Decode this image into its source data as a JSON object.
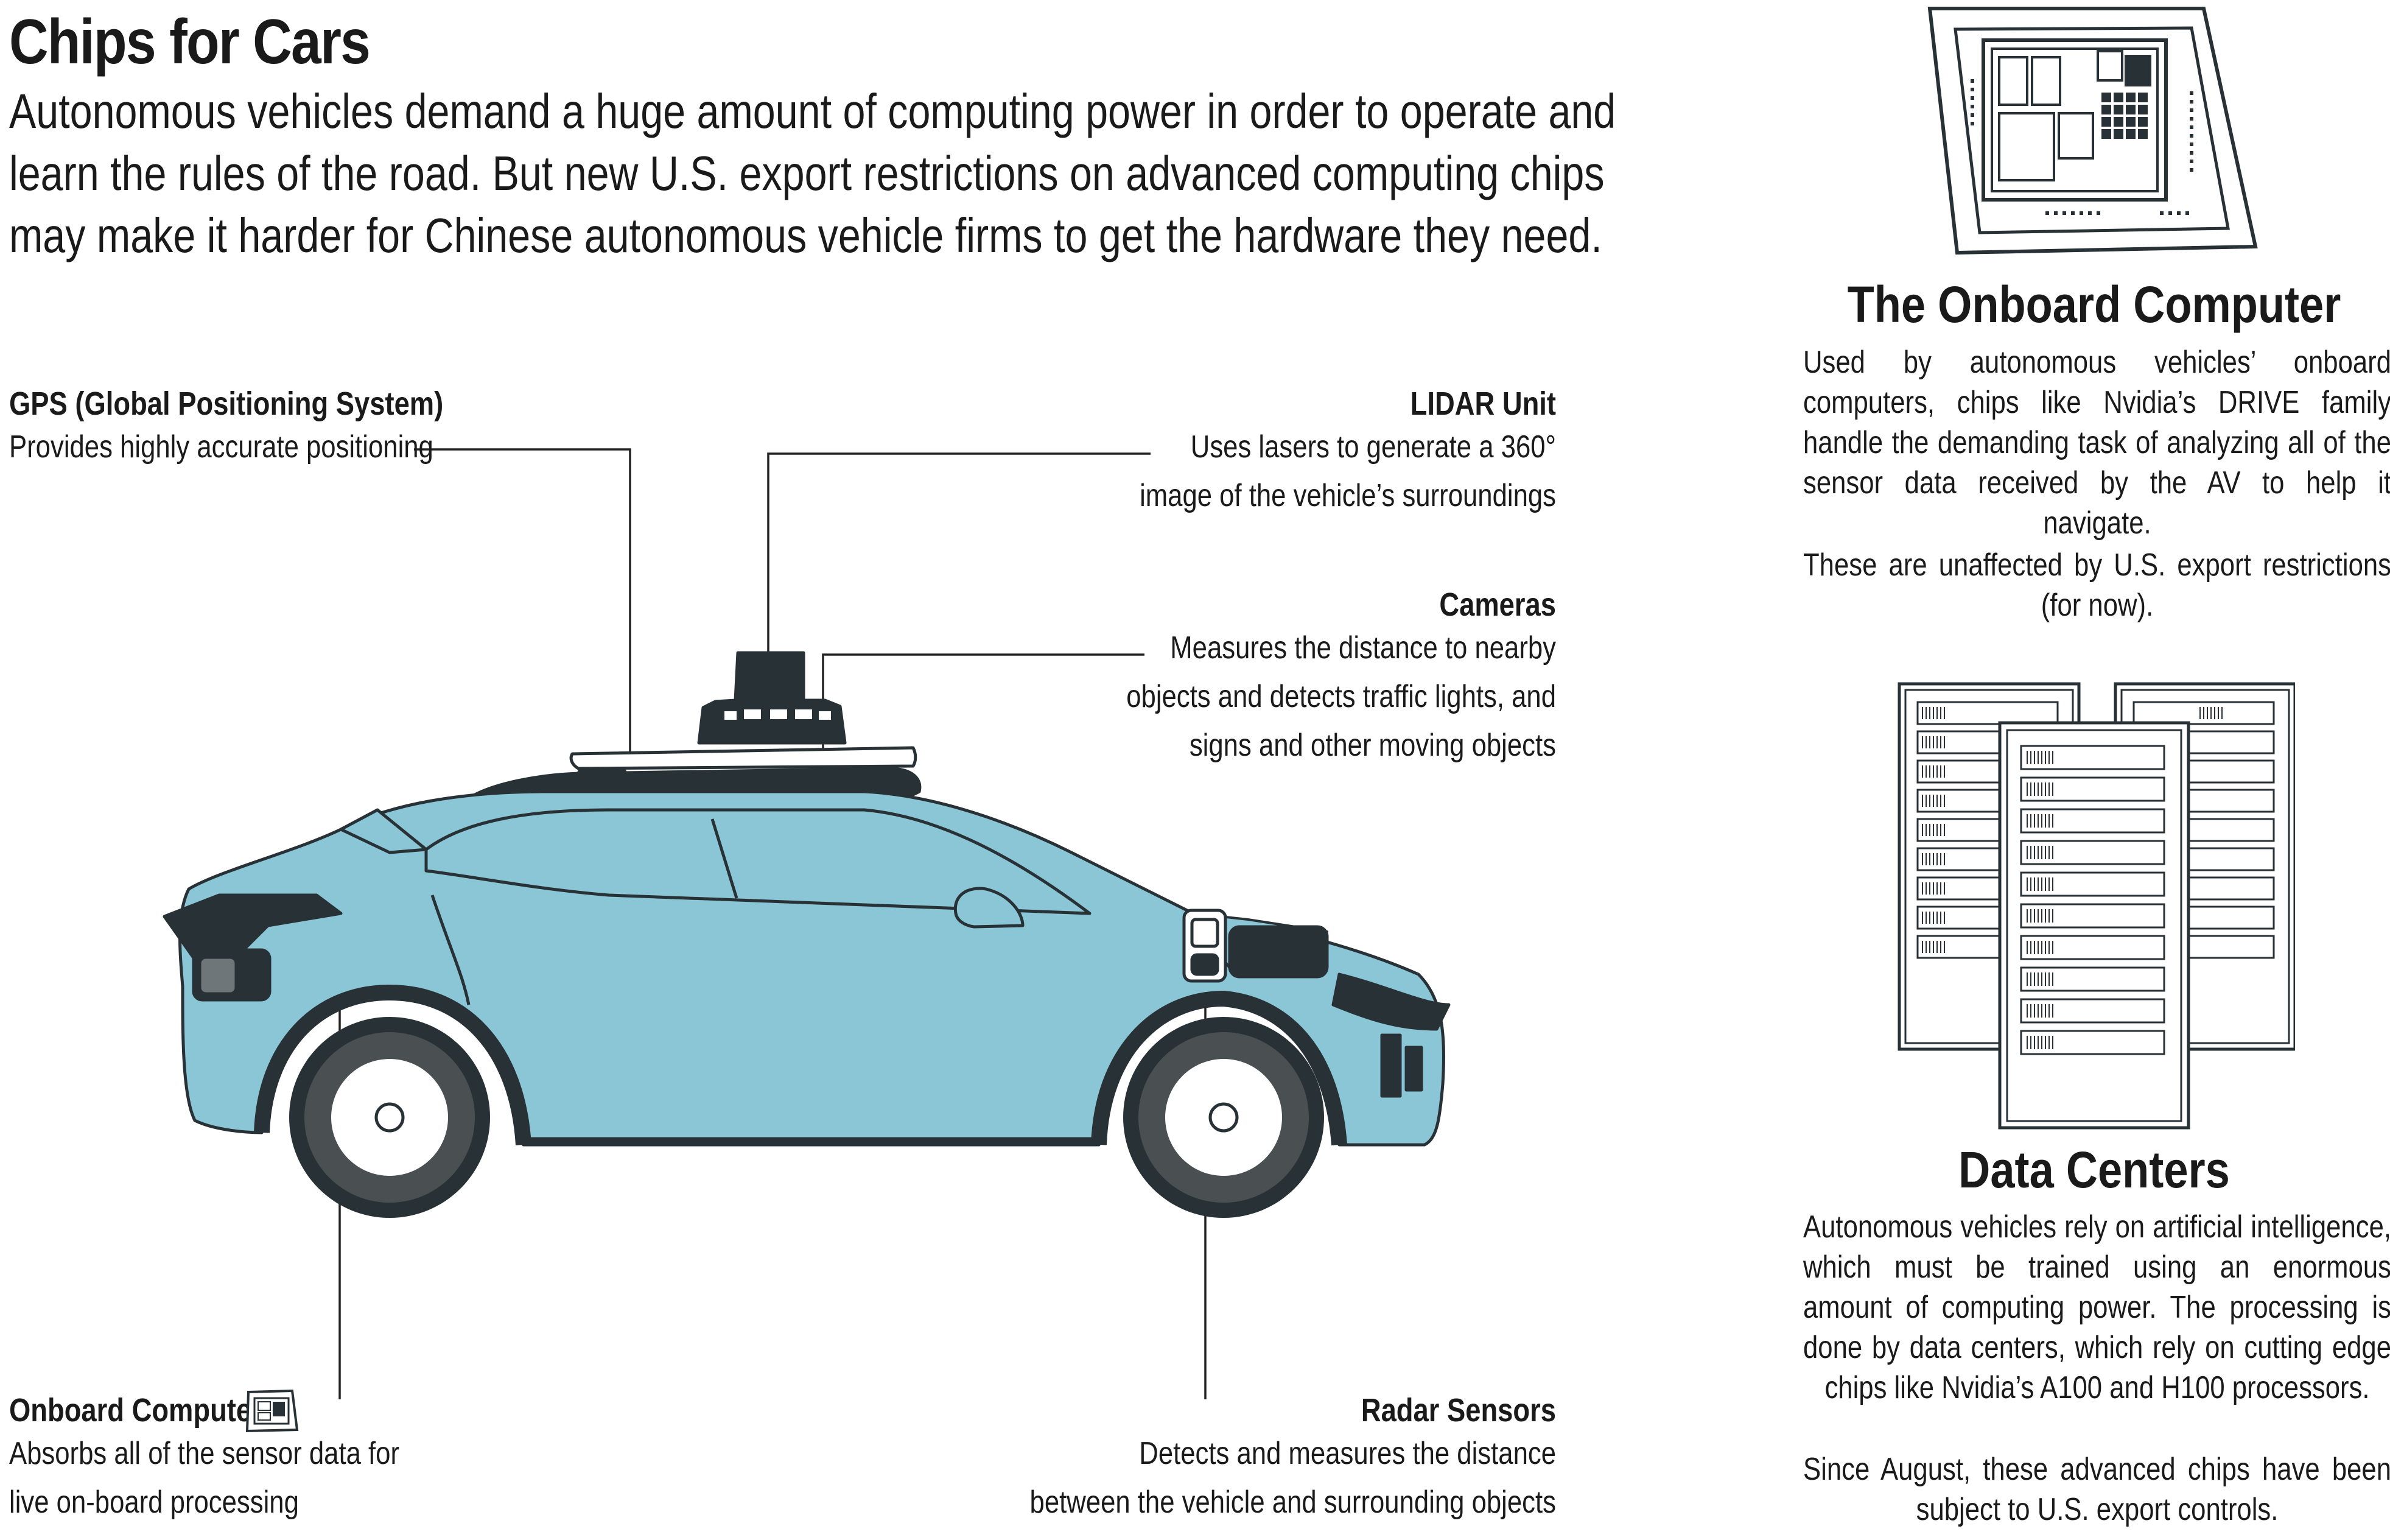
{
  "header": {
    "title": "Chips for Cars",
    "intro_lines": [
      "Autonomous vehicles demand a huge amount of computing power in order to operate and",
      "learn the rules of the road. But new U.S. export restrictions on advanced computing chips",
      "may make it harder for Chinese autonomous vehicle firms to get the hardware they need."
    ]
  },
  "labels": {
    "gps": {
      "title": "GPS (Global Positioning System)",
      "text": [
        "Provides highly accurate positioning"
      ]
    },
    "lidar": {
      "title": "LIDAR Unit",
      "text": [
        "Uses lasers to generate a 360°",
        "image of the vehicle’s surroundings"
      ]
    },
    "cameras": {
      "title": "Cameras",
      "text": [
        "Measures the distance to nearby",
        "objects and detects traffic lights, and",
        "signs and other moving objects"
      ]
    },
    "onboard": {
      "title": "Onboard Computer",
      "text": [
        "Absorbs all of the sensor data for",
        "live on-board processing"
      ]
    },
    "radar": {
      "title": "Radar Sensors",
      "text": [
        "Detects and measures the distance",
        "between the vehicle and surrounding objects"
      ]
    }
  },
  "sidebar": {
    "onboard_computer": {
      "heading": "The Onboard Computer",
      "paragraphs": [
        "Used by autonomous vehicles’ onboard computers, chips like Nvidia’s DRIVE family handle the demanding task of analyzing all of the sensor data received by the AV to help it navigate.",
        "These are unaffected by U.S. export restrictions (for now)."
      ]
    },
    "data_centers": {
      "heading": "Data Centers",
      "paragraphs": [
        "Autonomous vehicles rely on artificial intelligence, which must be trained using an enormous amount of computing power. The processing is done by data centers, which rely on cutting edge chips like Nvidia’s A100 and H100 processors.",
        "Since August, these advanced chips have been subject to U.S. export controls."
      ]
    }
  },
  "colors": {
    "car_body": "#8bc6d6",
    "dark": "#283236",
    "wheel": "#4a4f52",
    "ink": "#1a1a1a"
  },
  "icons": {
    "chip": "chip-icon",
    "servers": "server-rack-icon",
    "car": "autonomous-car-illustration"
  }
}
